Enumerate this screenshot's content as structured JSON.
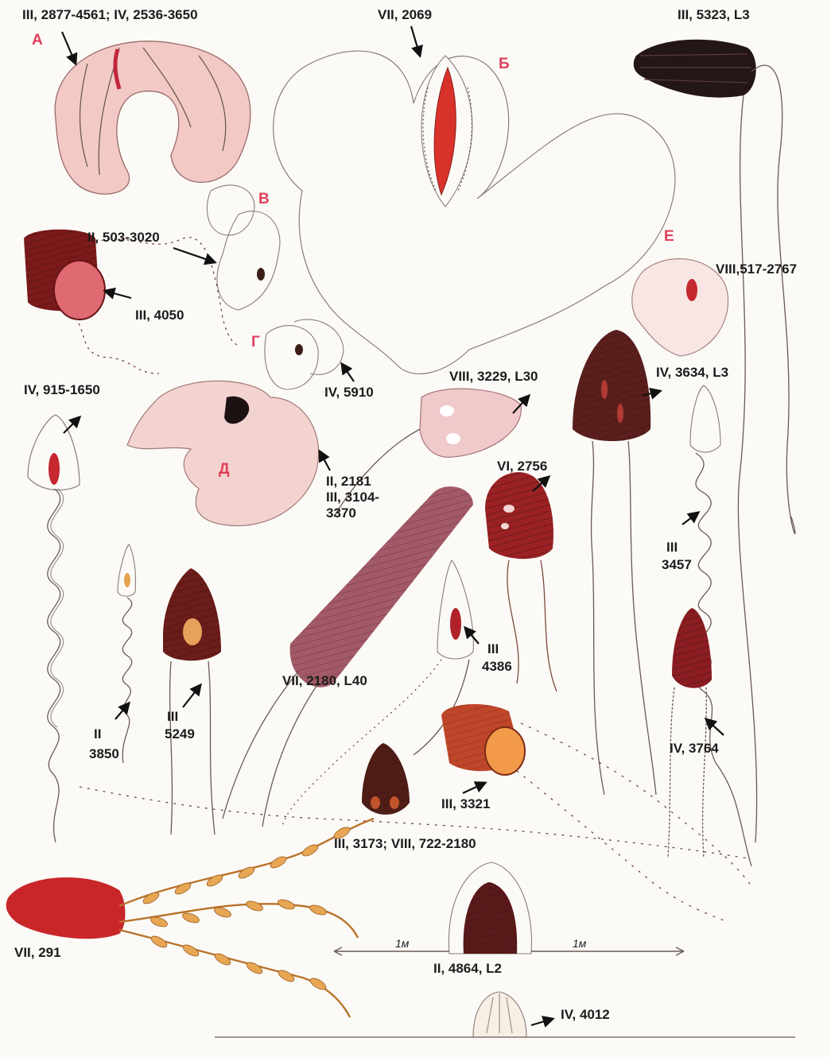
{
  "letters": {
    "a": "А",
    "b": "Б",
    "v": "В",
    "g": "Г",
    "d": "Д",
    "e": "Е"
  },
  "labels": {
    "a_top": "III, 2877-4561; IV, 2536-3650",
    "vii_2069": "VII, 2069",
    "iii_5323": "III, 5323, L3",
    "ii_503": "II, 503-3020",
    "iii_4050": "III, 4050",
    "viii_517": "VIII,517-2767",
    "iv_5910": "IV, 5910",
    "viii_3229": "VIII, 3229, L30",
    "iv_3634": "IV, 3634, L3",
    "iv_915": "IV, 915-1650",
    "ii_2181_line1": "II, 2181",
    "ii_2181_line2": "III, 3104-",
    "ii_2181_line3": "3370",
    "vi_2756": "VI, 2756",
    "iii_3457_line1": "III",
    "iii_3457_line2": "3457",
    "vii_2180": "VII, 2180, L40",
    "iii_4386_line1": "III",
    "iii_4386_line2": "4386",
    "ii_3850_line1": "II",
    "ii_3850_line2": "3850",
    "iii_5249_line1": "III",
    "iii_5249_line2": "5249",
    "iv_3764": "IV, 3764",
    "iii_3321": "III, 3321",
    "iii_3173": "III, 3173; VIII, 722-2180",
    "vii_291": "VII, 291",
    "ii_4864": "II, 4864, L2",
    "iv_4012": "IV, 4012",
    "scale_1m_left": "1м",
    "scale_1m_right": "1м"
  },
  "colors": {
    "pink_seed": "#f3c9c6",
    "red_capsule": "#a8282a",
    "dark_capsule": "#5a1f1c",
    "black_capsule": "#241616",
    "orange_seed": "#e8a15a",
    "letter_red": "#e0405a"
  }
}
